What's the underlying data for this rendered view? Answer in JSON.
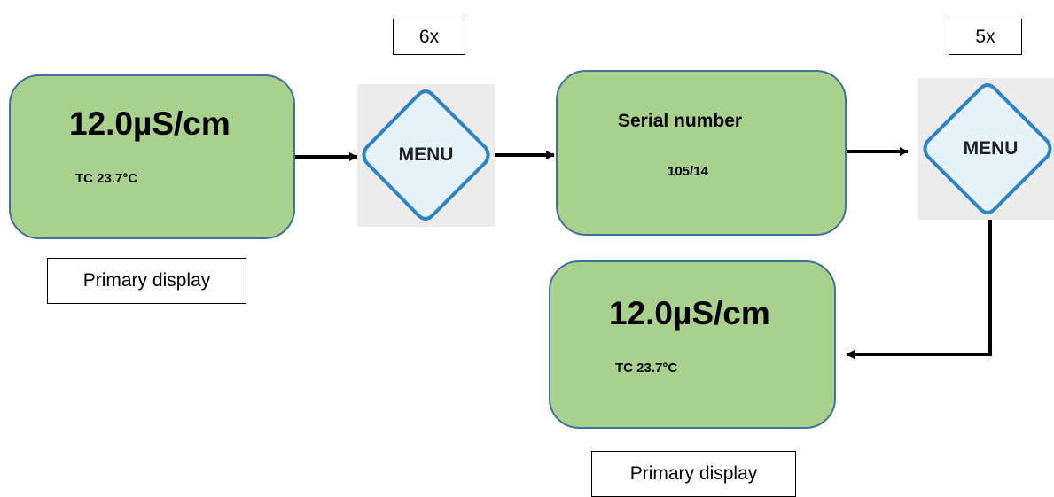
{
  "display1": {
    "value": "12.0µS/cm",
    "temp": "TC  23.7°C",
    "caption": "Primary display"
  },
  "menu1": {
    "label": "MENU",
    "press_count": "6x"
  },
  "serial_screen": {
    "title": "Serial number",
    "value": "105/14"
  },
  "menu2": {
    "label": "MENU",
    "press_count": "5x"
  },
  "display2": {
    "value": "12.0µS/cm",
    "temp": "TC  23.7°C",
    "caption": "Primary display"
  },
  "colors": {
    "display_fill": "#a9d18e",
    "display_border": "#41719c",
    "diamond_border": "#2e83c6",
    "diamond_fill": "#e6f3fb"
  }
}
